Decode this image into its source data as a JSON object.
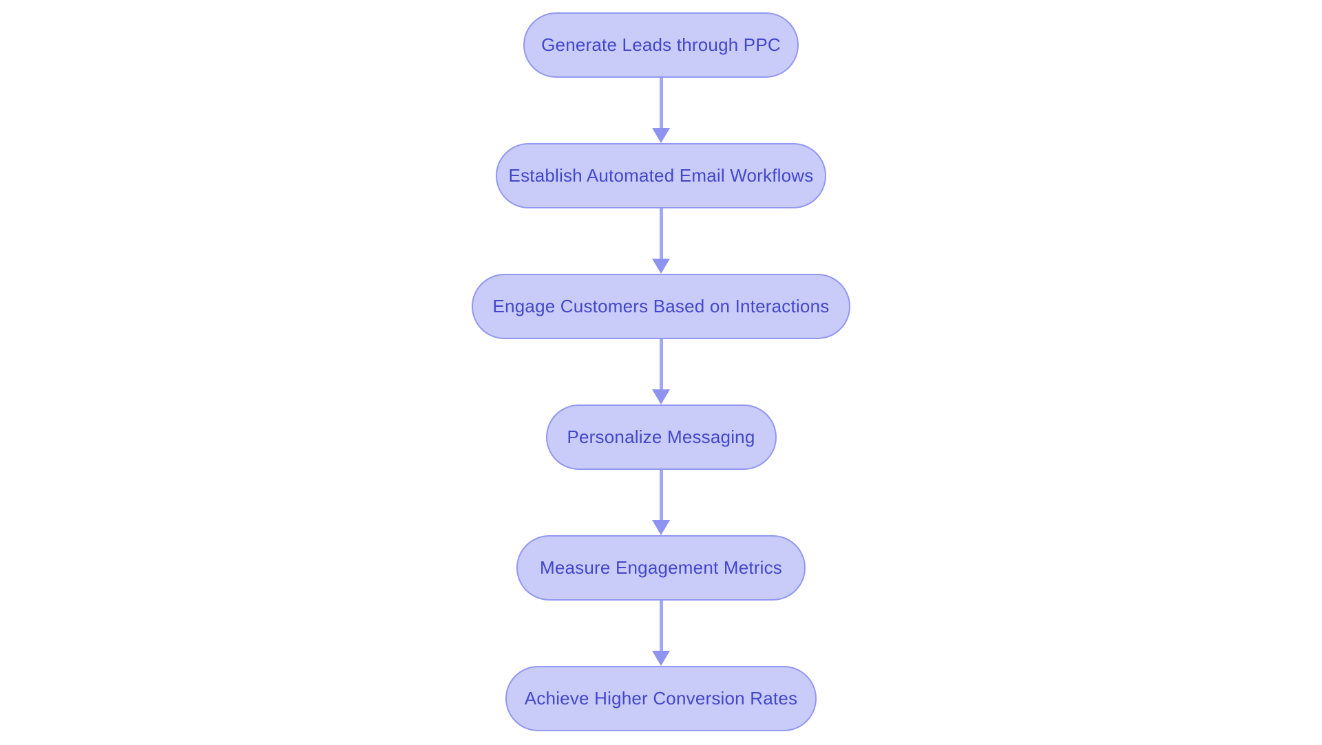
{
  "diagram": {
    "type": "flowchart",
    "direction": "top-to-bottom",
    "nodes": [
      {
        "id": "generate-leads",
        "label": "Generate Leads through PPC"
      },
      {
        "id": "email-workflows",
        "label": "Establish Automated Email Workflows"
      },
      {
        "id": "engage-customers",
        "label": "Engage Customers Based on Interactions"
      },
      {
        "id": "personalize-messaging",
        "label": "Personalize Messaging"
      },
      {
        "id": "measure-metrics",
        "label": "Measure Engagement Metrics"
      },
      {
        "id": "conversion-rates",
        "label": "Achieve Higher Conversion Rates"
      }
    ],
    "edges": [
      {
        "from": "generate-leads",
        "to": "email-workflows"
      },
      {
        "from": "email-workflows",
        "to": "engage-customers"
      },
      {
        "from": "engage-customers",
        "to": "personalize-messaging"
      },
      {
        "from": "personalize-messaging",
        "to": "measure-metrics"
      },
      {
        "from": "measure-metrics",
        "to": "conversion-rates"
      }
    ],
    "colors": {
      "background": "#ffffff",
      "node_fill": "#c9cbf8",
      "node_border": "#9298f1",
      "node_text": "#4347c9",
      "arrow_line": "#a3a8f2",
      "arrow_head": "#8d93ee"
    }
  }
}
